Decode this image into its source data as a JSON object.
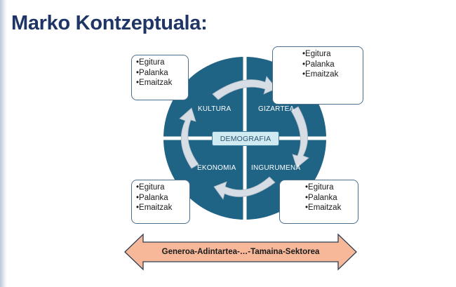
{
  "slide": {
    "title": "Marko Kontzeptuala:"
  },
  "center": "DEMOGRAFIA",
  "quadrants": {
    "kultura": "KULTURA",
    "gizartea": "GIZARTEA",
    "ekonomia": "EKONOMIA",
    "ingurumena": "INGURUMENA"
  },
  "notes": {
    "top_left": [
      "Egitura",
      "Palanka",
      "Emaitzak"
    ],
    "top_right": [
      "Egitura",
      "Palanka",
      "Emaitzak"
    ],
    "bottom_left": [
      "Egitura",
      "Palanka",
      "Emaitzak"
    ],
    "bottom_right": [
      "Egitura",
      "Palanka",
      "Emaitzak"
    ]
  },
  "bottom_arrow": "Generoa-Adintartea-…-Tamaina-Sektorea",
  "colors": {
    "title": "#1f3566",
    "circle": "#1f6385",
    "cycle_arrows": "#d6dde4",
    "center_box": "#cfeaf1",
    "note_border": "#4a6f8f",
    "bottom_arrow_fill": "#f7b89a",
    "bottom_arrow_stroke": "#2c3e50"
  }
}
